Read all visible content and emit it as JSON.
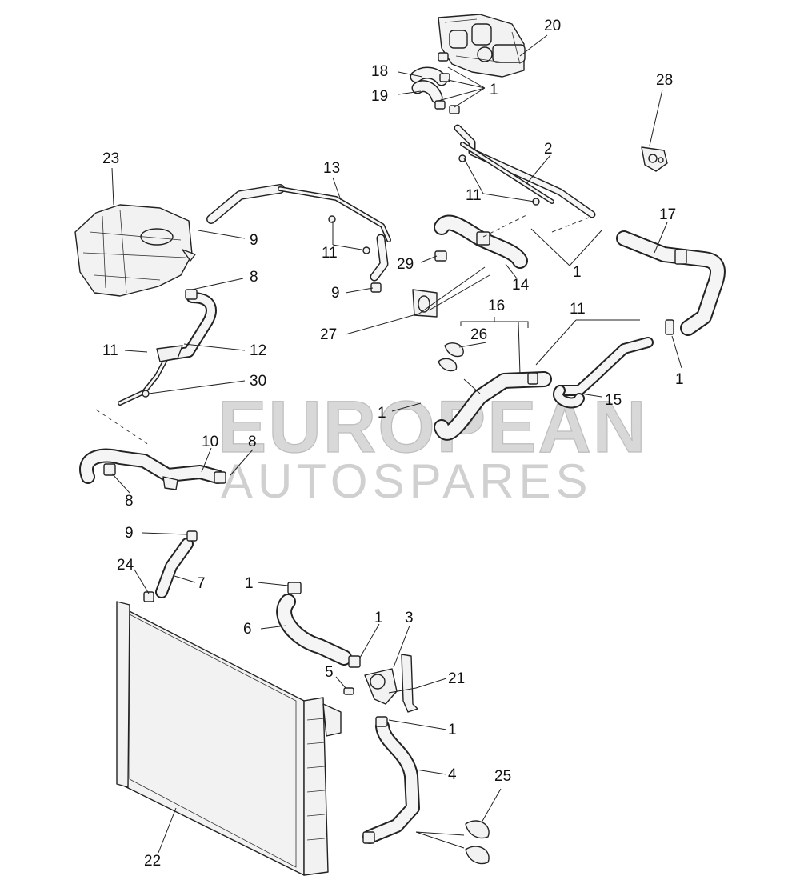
{
  "watermark": {
    "line1": "EUROPEAN",
    "line2": "AUTOSPARES"
  },
  "callouts": {
    "c20": "20",
    "c18": "18",
    "c19": "19",
    "c1_top": "1",
    "c28": "28",
    "c2": "2",
    "c23": "23",
    "c13": "13",
    "c11_a": "11",
    "c17": "17",
    "c9_a": "9",
    "c11_b": "11",
    "c29": "29",
    "c14": "14",
    "c1_b": "1",
    "c8_a": "8",
    "c9_b": "9",
    "c16": "16",
    "c11_c": "11",
    "c27": "27",
    "c26": "26",
    "c11_d": "11",
    "c12": "12",
    "c1_c": "1",
    "c30": "30",
    "c15": "15",
    "c1_d": "1",
    "c10": "10",
    "c8_b": "8",
    "c8_c": "8",
    "c9_c": "9",
    "c24": "24",
    "c7": "7",
    "c1_e": "1",
    "c1_f": "1",
    "c3": "3",
    "c6": "6",
    "c5": "5",
    "c21": "21",
    "c1_g": "1",
    "c4": "4",
    "c25": "25",
    "c22": "22"
  }
}
